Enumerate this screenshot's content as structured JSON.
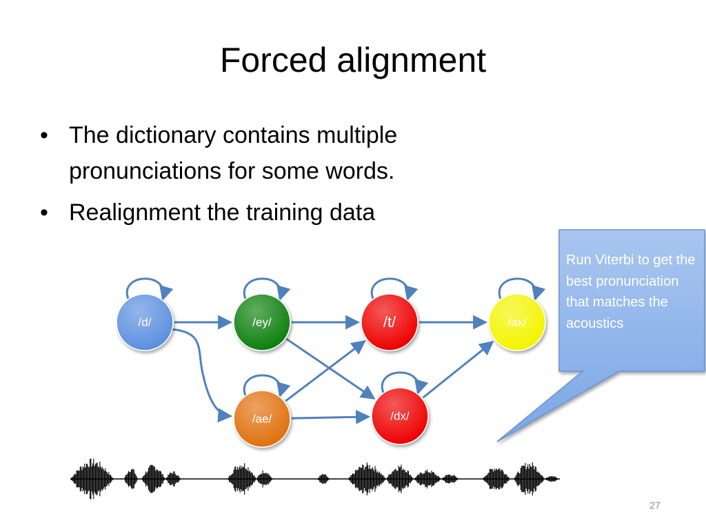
{
  "slide": {
    "title": "Forced alignment",
    "bullets": [
      "The dictionary contains multiple pronunciations for some words.",
      "Realignment the training data"
    ],
    "bullet_glyph": "•",
    "callout": {
      "text": "Run Viterbi to get the best pronunciation that matches the acoustics",
      "fill_color": "#8fb4e9",
      "border_color": "#6a92cf"
    },
    "page_number": "27"
  },
  "diagram": {
    "nodes": [
      {
        "id": "d",
        "label": "/d/",
        "color": "#5b8fe0",
        "text_color": "#ffffff"
      },
      {
        "id": "ey",
        "label": "/ey/",
        "color": "#0a7f0a",
        "text_color": "#ffffff"
      },
      {
        "id": "t",
        "label": "/t/",
        "color": "#ee0000",
        "text_color": "#ffffff"
      },
      {
        "id": "ax",
        "label": "/ax/",
        "color": "#f4f400",
        "text_color": "#ffffff"
      },
      {
        "id": "ae",
        "label": "/ae/",
        "color": "#e0700e",
        "text_color": "#ffffff"
      },
      {
        "id": "dx",
        "label": "/dx/",
        "color": "#ee0000",
        "text_color": "#ffffff"
      }
    ],
    "edges": [
      [
        "d",
        "ey"
      ],
      [
        "d",
        "ae"
      ],
      [
        "ey",
        "t"
      ],
      [
        "ey",
        "dx"
      ],
      [
        "ae",
        "t"
      ],
      [
        "ae",
        "dx"
      ],
      [
        "t",
        "ax"
      ],
      [
        "dx",
        "ax"
      ]
    ],
    "self_loops": [
      "d",
      "ey",
      "t",
      "ax",
      "ae",
      "dx"
    ],
    "edge_color": "#4f81bd"
  },
  "waveform": {
    "color": "#000000"
  }
}
